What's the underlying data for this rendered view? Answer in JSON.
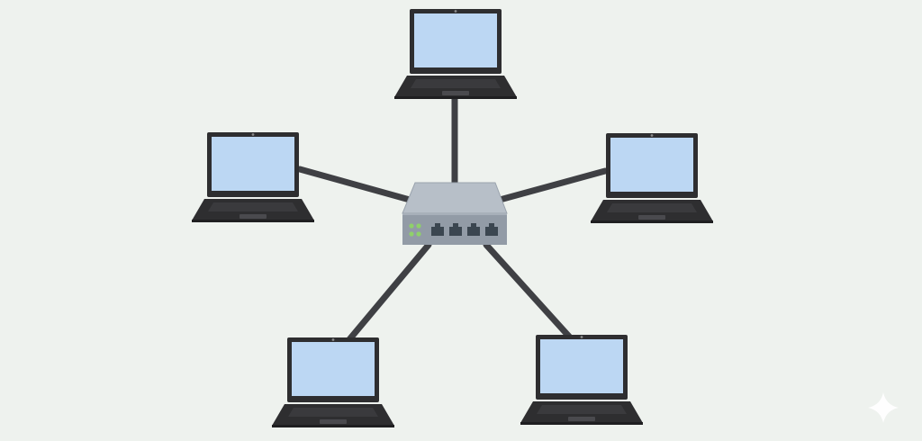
{
  "diagram": {
    "topology": "star",
    "hub": {
      "kind": "network-switch",
      "port_count": 4,
      "status_led_count": 4
    },
    "nodes": [
      {
        "id": "laptop-top",
        "kind": "laptop"
      },
      {
        "id": "laptop-upper-left",
        "kind": "laptop"
      },
      {
        "id": "laptop-upper-right",
        "kind": "laptop"
      },
      {
        "id": "laptop-lower-left",
        "kind": "laptop"
      },
      {
        "id": "laptop-lower-right",
        "kind": "laptop"
      }
    ],
    "links": [
      {
        "from": "switch",
        "to": "laptop-top"
      },
      {
        "from": "switch",
        "to": "laptop-upper-left"
      },
      {
        "from": "switch",
        "to": "laptop-upper-right"
      },
      {
        "from": "switch",
        "to": "laptop-lower-left"
      },
      {
        "from": "switch",
        "to": "laptop-lower-right"
      }
    ]
  },
  "colors": {
    "background": "#eef2ee",
    "cable": "#3f4044",
    "laptop_body": "#2e2e30",
    "laptop_screen": "#bcd7f3",
    "switch_top": "#b7bfc8",
    "switch_front": "#929ba6",
    "port": "#3b4650",
    "led": "#8fd16a"
  },
  "watermark": {
    "icon": "sparkle-icon"
  }
}
